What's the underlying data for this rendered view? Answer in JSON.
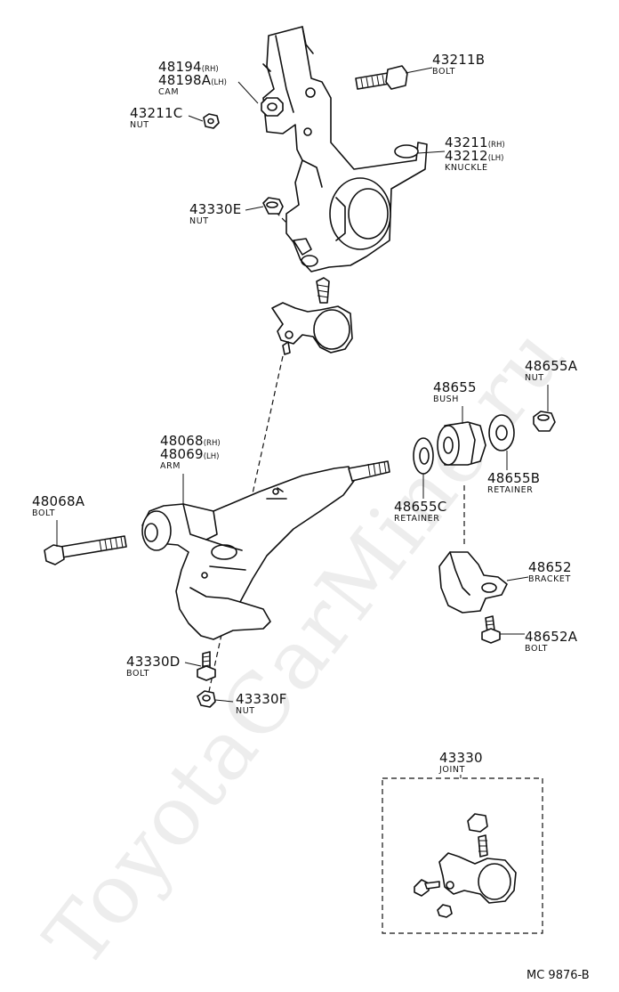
{
  "labels": {
    "cam": {
      "part1": "48194",
      "side1": "(RH)",
      "part2": "48198A",
      "side2": "(LH)",
      "name": "CAM"
    },
    "nut_c": {
      "part": "43211C",
      "name": "NUT"
    },
    "bolt_b": {
      "part": "43211B",
      "name": "BOLT"
    },
    "knuckle": {
      "part1": "43211",
      "side1": "(RH)",
      "part2": "43212",
      "side2": "(LH)",
      "name": "KNUCKLE"
    },
    "nut_e": {
      "part": "43330E",
      "name": "NUT"
    },
    "bush": {
      "part": "48655",
      "name": "BUSH"
    },
    "nut_a": {
      "part": "48655A",
      "name": "NUT"
    },
    "arm": {
      "part1": "48068",
      "side1": "(RH)",
      "part2": "48069",
      "side2": "(LH)",
      "name": "ARM"
    },
    "retainer_c": {
      "part": "48655C",
      "name": "RETAINER"
    },
    "retainer_b": {
      "part": "48655B",
      "name": "RETAINER"
    },
    "bolt_a": {
      "part": "48068A",
      "name": "BOLT"
    },
    "bracket": {
      "part": "48652",
      "name": "BRACKET"
    },
    "bracket_bolt": {
      "part": "48652A",
      "name": "BOLT"
    },
    "bolt_d": {
      "part": "43330D",
      "name": "BOLT"
    },
    "nut_f": {
      "part": "43330F",
      "name": "NUT"
    },
    "joint": {
      "part": "43330",
      "name": "JOINT"
    }
  },
  "diagram_code": "MC 9876-B",
  "watermark": "ToyotaCarMine.ru"
}
